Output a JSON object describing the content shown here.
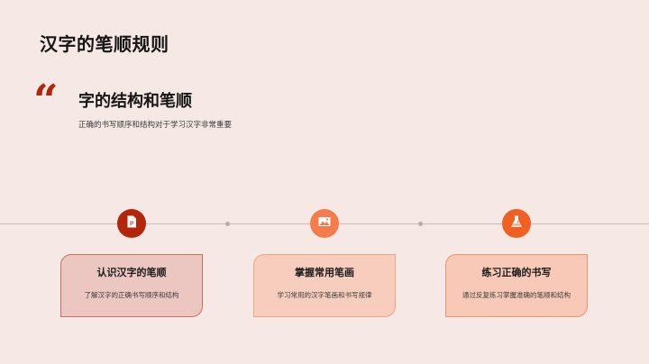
{
  "slide": {
    "title": "汉字的笔顺规则",
    "quote_mark": "“",
    "section": {
      "heading": "字的结构和笔顺",
      "description": "正确的书写顺序和结构对于学习汉字非常重要"
    },
    "timeline": {
      "steps": [
        {
          "icon": "powerpoint-file-icon",
          "icon_color": "#b3260b",
          "title": "认识汉字的笔顺",
          "description": "了解汉字的正确书写顺序和结构",
          "card_bg": "#ecc6c0",
          "card_border": "#c8705f"
        },
        {
          "icon": "image-icon",
          "icon_color": "#f47c4a",
          "title": "掌握常用笔画",
          "description": "学习常用的汉字笔画和书写规律",
          "card_bg": "#f7cdbd",
          "card_border": "#f0a283"
        },
        {
          "icon": "flask-icon",
          "icon_color": "#f25f22",
          "title": "练习正确的书写",
          "description": "通过反复练习掌握准确的笔顺和结构",
          "card_bg": "#f8c9b6",
          "card_border": "#f0946c"
        }
      ]
    }
  },
  "colors": {
    "background": "#f6e8e5",
    "accent_dark": "#b3260b",
    "accent_orange": "#f25f22",
    "timeline_line": "#cbbcbb"
  }
}
